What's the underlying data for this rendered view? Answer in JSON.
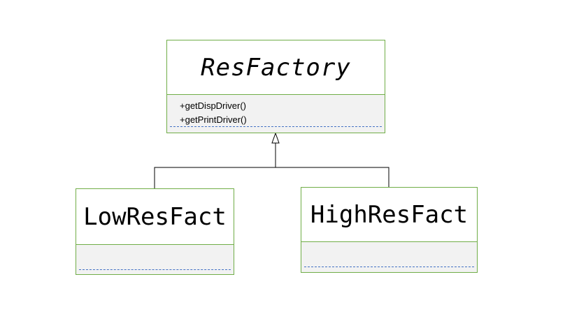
{
  "classes": {
    "res_factory": {
      "name": "ResFactory",
      "operations": [
        "+getDispDriver()",
        "+getPrintDriver()"
      ]
    },
    "low_res_fact": {
      "name": "LowResFact"
    },
    "high_res_fact": {
      "name": "HighResFact"
    }
  },
  "relationships": [
    {
      "type": "generalization",
      "from": "LowResFact",
      "to": "ResFactory"
    },
    {
      "type": "generalization",
      "from": "HighResFact",
      "to": "ResFactory"
    }
  ],
  "colors": {
    "class_border": "#70ad47",
    "operations_background": "#f2f2f2",
    "separator_dash": "#4472c4",
    "connector": "#000000"
  }
}
